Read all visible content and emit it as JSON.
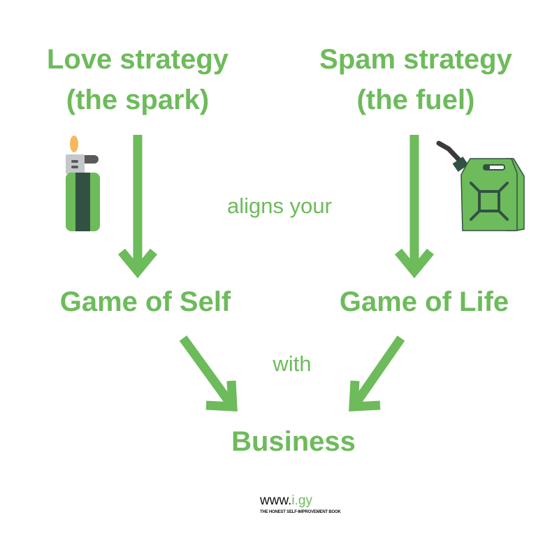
{
  "top_left": {
    "line1": "Love strategy",
    "line2": "(the spark)"
  },
  "top_right": {
    "line1": "Spam strategy",
    "line2": "(the fuel)"
  },
  "middle_connector": "aligns your",
  "mid_left": "Game of Self",
  "mid_right": "Game of Life",
  "bottom_connector": "with",
  "bottom": "Business",
  "logo": {
    "prefix": "www.",
    "domain": "i.gy",
    "tagline": "THE HONEST SELF-IMPROVEMENT BOOK"
  },
  "colors": {
    "accent": "#6dbb5b",
    "dark_green": "#335142",
    "flame": "#f7b95c"
  }
}
